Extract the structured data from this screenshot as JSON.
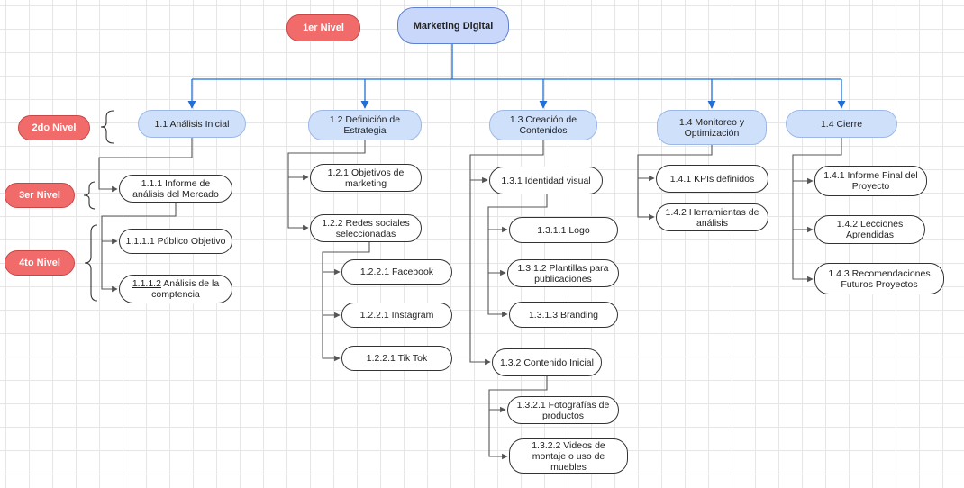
{
  "levels": {
    "l1": "1er Nivel",
    "l2": "2do Nivel",
    "l3": "3er Nivel",
    "l4": "4to Nivel"
  },
  "root": "Marketing Digital",
  "branches": {
    "b11": {
      "label": "1.1 Análisis Inicial",
      "informe": "1.1.1 Informe de análisis del Mercado",
      "publico": "1.1.1.1 Público Objetivo",
      "competencia_code": "1.1.1.2",
      "competencia_text": " Análisis de la comptencia"
    },
    "b12": {
      "label": "1.2 Definición de Estrategia",
      "objetivos": "1.2.1 Objetivos de marketing",
      "redes": "1.2.2 Redes sociales seleccionadas",
      "facebook": "1.2.2.1 Facebook",
      "instagram": "1.2.2.1 Instagram",
      "tiktok": "1.2.2.1 Tik Tok"
    },
    "b13": {
      "label": "1.3 Creación de Contenidos",
      "identidad": "1.3.1 Identidad visual",
      "logo": "1.3.1.1 Logo",
      "plantillas": "1.3.1.2 Plantillas para publicaciones",
      "branding": "1.3.1.3 Branding",
      "contenido": "1.3.2 Contenido Inicial",
      "fotografias": "1.3.2.1 Fotografías de productos",
      "videos": "1.3.2.2 Videos de montaje o uso de muebles"
    },
    "b14": {
      "label": "1.4 Monitoreo y Optimización",
      "kpis": "1.4.1 KPIs definidos",
      "herramientas": "1.4.2 Herramientas de análisis"
    },
    "b15": {
      "label": "1.4 Cierre",
      "informe_final": "1.4.1 Informe Final del Proyecto",
      "lecciones": "1.4.2 Lecciones Aprendidas",
      "recomendaciones": "1.4.3 Recomendaciones Futuros Proyectos"
    }
  },
  "colors": {
    "connector_blue": "#1f6fd6",
    "connector_dark": "#555555",
    "level_tag": "#f26b6b",
    "node_fill": "#cfe0fb"
  }
}
